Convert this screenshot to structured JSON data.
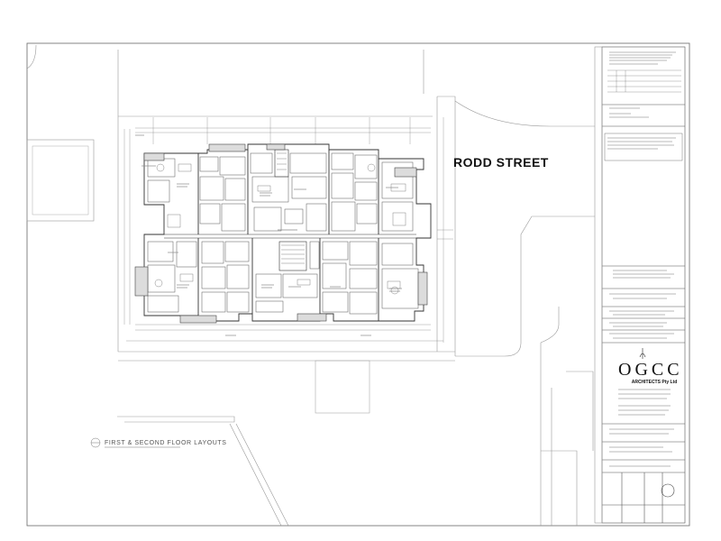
{
  "street_name": "RODD STREET",
  "layout_label": "FIRST & SECOND FLOOR LAYOUTS",
  "logo_text": "OGCC",
  "firm_name": "ARCHITECTS Pty Ltd",
  "colors": {
    "ink": "#333333",
    "faint_ink": "#8a8a8a",
    "paper": "#ffffff"
  }
}
